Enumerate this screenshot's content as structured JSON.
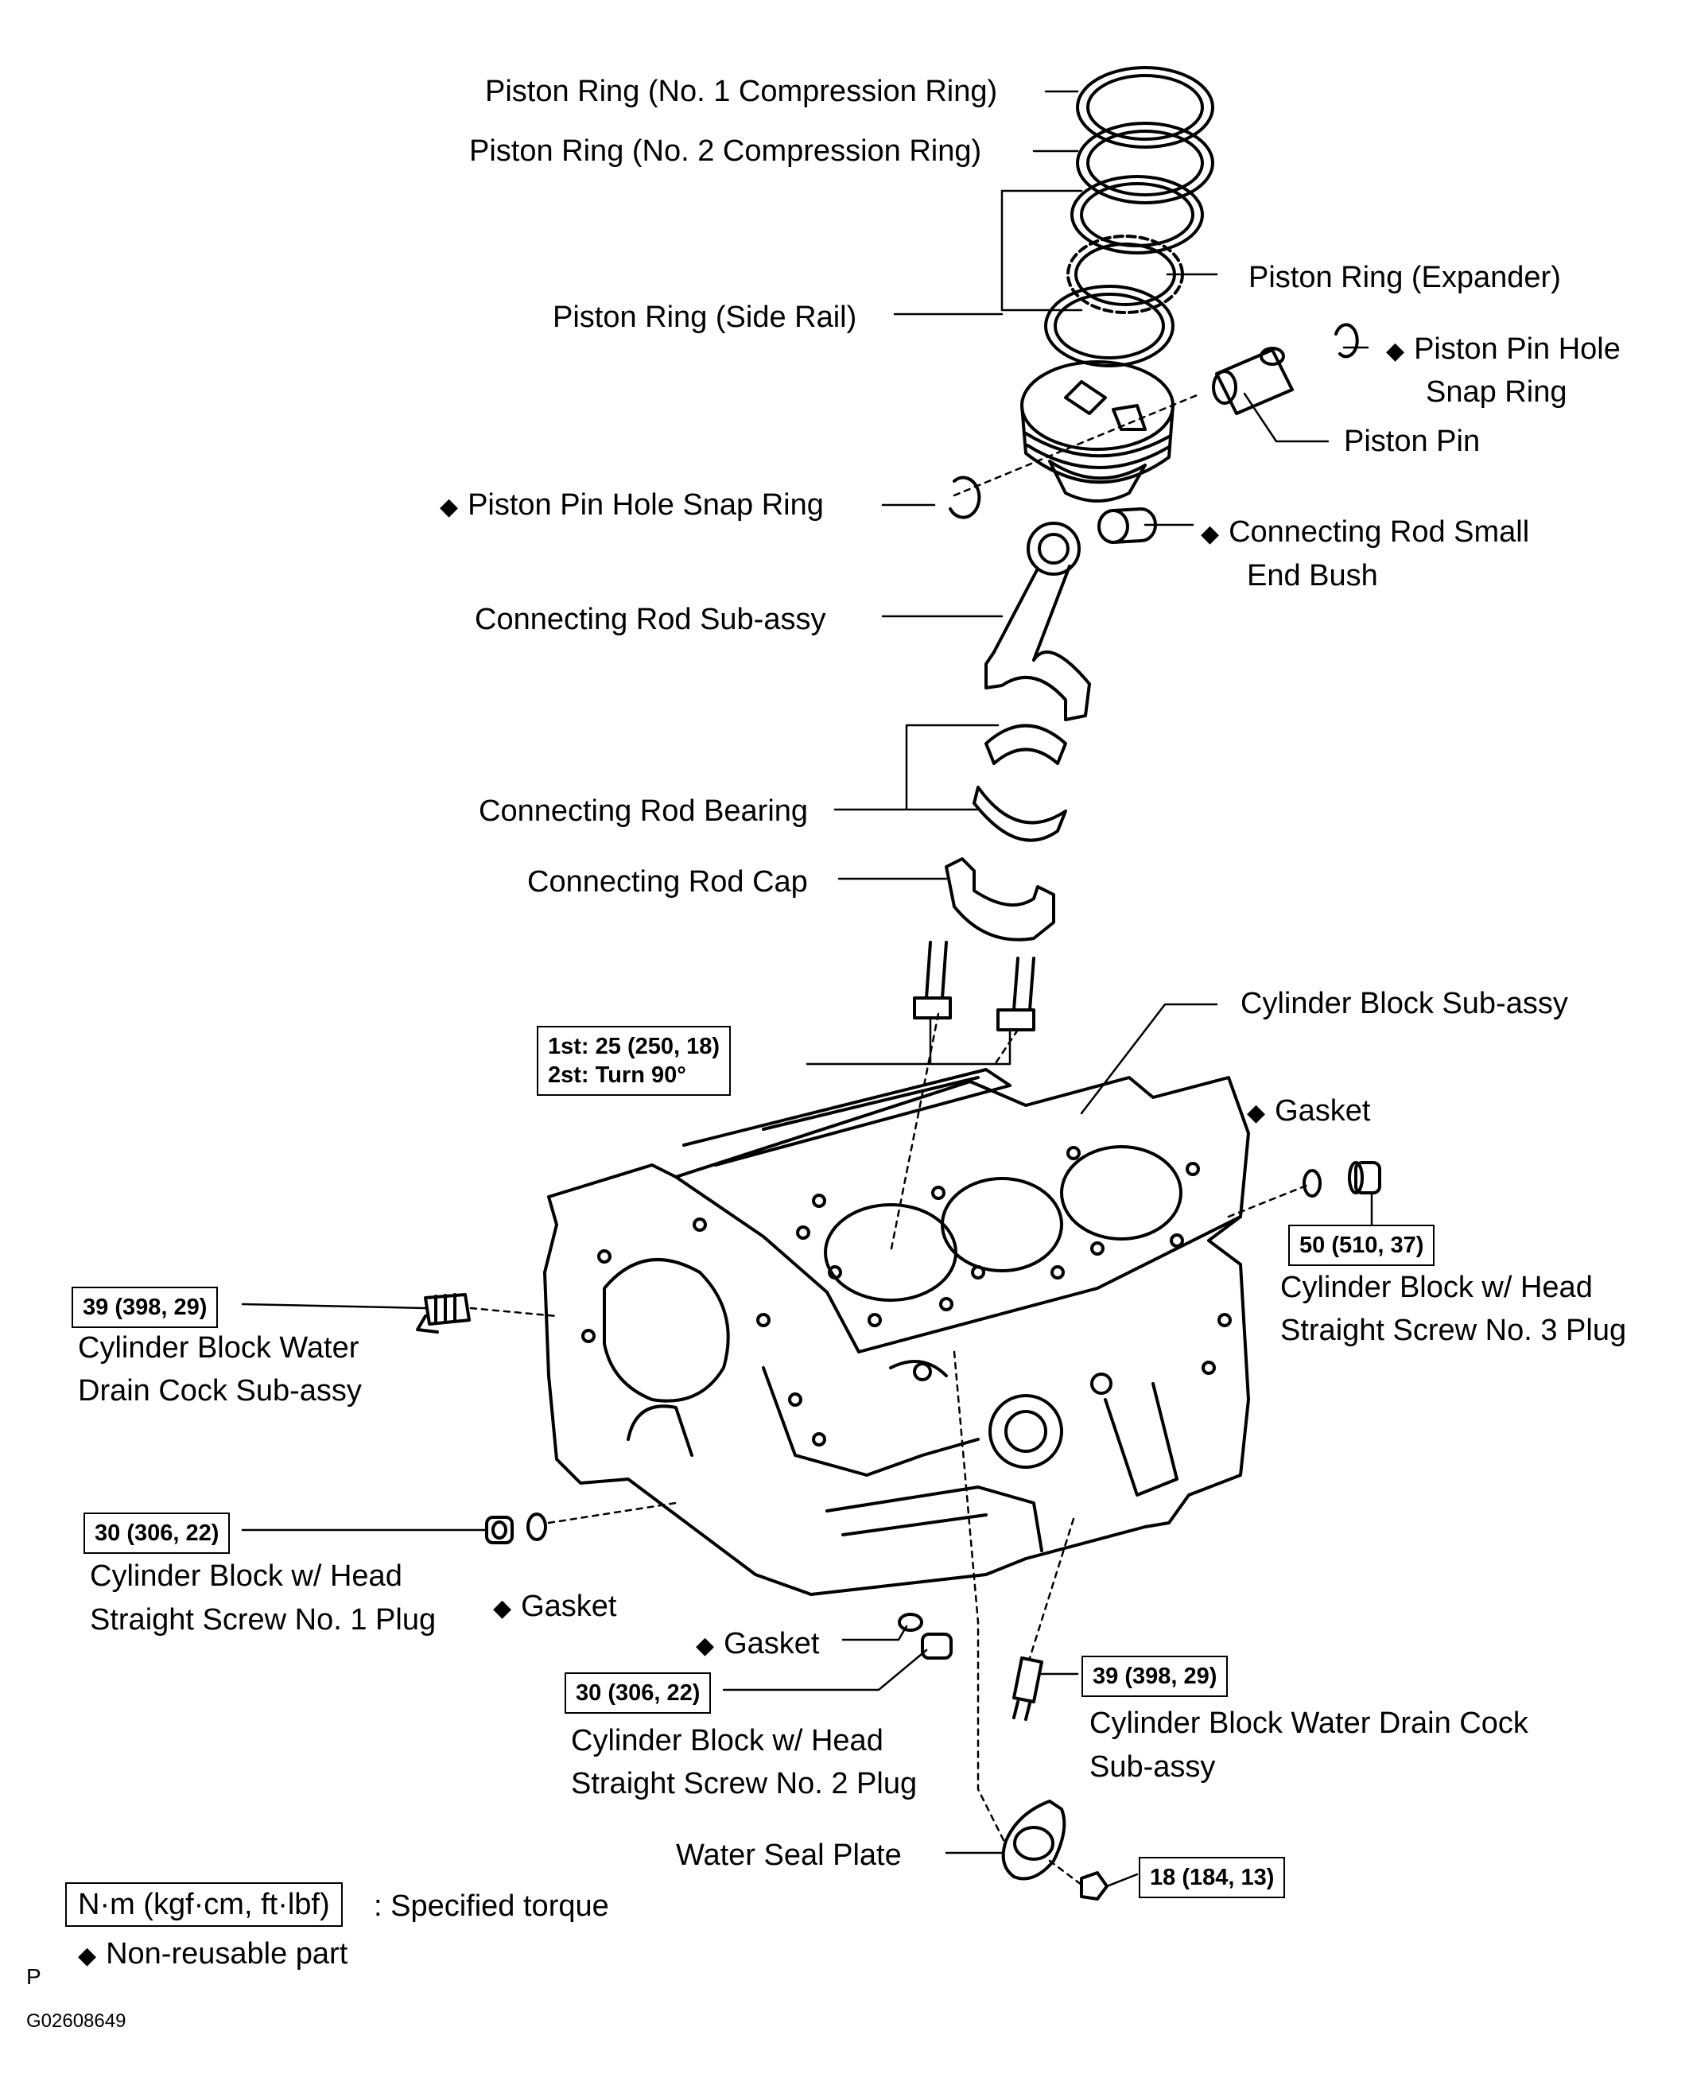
{
  "labels": {
    "ring1": "Piston Ring (No. 1 Compression Ring)",
    "ring2": "Piston Ring (No. 2 Compression Ring)",
    "side_rail": "Piston Ring (Side Rail)",
    "expander": "Piston Ring (Expander)",
    "snap_ring_right_1": "Piston Pin Hole",
    "snap_ring_right_2": "Snap Ring",
    "piston_pin": "Piston Pin",
    "snap_ring_left": "Piston Pin Hole Snap Ring",
    "small_end_bush_1": "Connecting Rod Small",
    "small_end_bush_2": "End Bush",
    "rod_subassy": "Connecting Rod Sub-assy",
    "rod_bearing": "Connecting Rod Bearing",
    "rod_cap": "Connecting Rod Cap",
    "block_subassy": "Cylinder Block Sub-assy",
    "gasket_top": "Gasket",
    "plug3_1": "Cylinder Block w/ Head",
    "plug3_2": "Straight Screw No. 3 Plug",
    "drain_left_1": "Cylinder Block Water",
    "drain_left_2": "Drain Cock Sub-assy",
    "plug1_1": "Cylinder Block w/ Head",
    "plug1_2": "Straight Screw No. 1 Plug",
    "gasket_left": "Gasket",
    "gasket_mid": "Gasket",
    "plug2_1": "Cylinder Block w/ Head",
    "plug2_2": "Straight Screw No. 2 Plug",
    "drain_right_1": "Cylinder Block Water Drain Cock",
    "drain_right_2": "Sub-assy",
    "water_seal": "Water Seal Plate"
  },
  "torques": {
    "rod_bolt_1": "1st: 25 (250, 18)",
    "rod_bolt_2": "2st: Turn 90°",
    "plug3": "50 (510, 37)",
    "drain_left": "39 (398, 29)",
    "plug1": "30 (306, 22)",
    "plug2": "30 (306, 22)",
    "drain_right": "39 (398, 29)",
    "water_seal": "18 (184, 13)"
  },
  "legend": {
    "torque_unit": "N·m (kgf·cm, ft·lbf)",
    "torque_desc": ": Specified torque",
    "nonreusable": "Non-reusable part",
    "diamond": "◆"
  },
  "footer": {
    "letter": "P",
    "code": "G02608649"
  }
}
